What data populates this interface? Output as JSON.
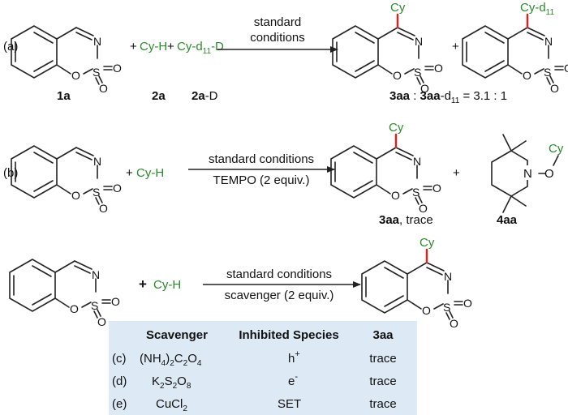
{
  "colors": {
    "green": "#2b8a2b",
    "red_bond": "#e0201b",
    "table_bg": "#dde9f4",
    "ink": "#111111"
  },
  "atoms": {
    "N": "N",
    "S": "S",
    "O": "O",
    "Cy": "Cy",
    "Cy_d11": "Cy-d",
    "d_sub": "11"
  },
  "row_a": {
    "label": "(a)",
    "reagent_cy": "Cy-H",
    "reagent_d": "Cy-d",
    "reagent_d_sub": "11",
    "reagent_d_tail": "-D",
    "plus": "+",
    "arrow_top": "standard",
    "arrow_bottom": "conditions",
    "lbl_1a": "1a",
    "lbl_2a": "2a",
    "lbl_2aD": "2a",
    "lbl_2aD_tail": "-D",
    "ratio_3aa": "3aa",
    "ratio_sep": " : ",
    "ratio_3aa_d": "3aa",
    "ratio_d_part": "-d",
    "ratio_d_sub": "11",
    "ratio_value": " = 3.1 : 1"
  },
  "row_b": {
    "label": "(b)",
    "reagent_cy": "Cy-H",
    "plus": "+",
    "arrow_top": "standard conditions",
    "arrow_bottom": "TEMPO (2 equiv.)",
    "lbl_3aa": "3aa",
    "lbl_3aa_tail": ", trace",
    "lbl_4aa": "4aa",
    "tempo_N": "N",
    "tempo_O": "O"
  },
  "row_c": {
    "reagent_cy": "Cy-H",
    "plus": "+",
    "arrow_top": "standard conditions",
    "arrow_bottom": "scavenger (2 equiv.)"
  },
  "table": {
    "headers": [
      "Scavenger",
      "Inhibited Species",
      "3aa"
    ],
    "rows": [
      {
        "label": "(c)",
        "scav": "(NH4)2C2O4",
        "species": "h+",
        "result": "trace"
      },
      {
        "label": "(d)",
        "scav": "K2S2O8",
        "species": "e-",
        "result": "trace"
      },
      {
        "label": "(e)",
        "scav": "CuCl2",
        "species": "SET",
        "result": "trace"
      }
    ]
  }
}
